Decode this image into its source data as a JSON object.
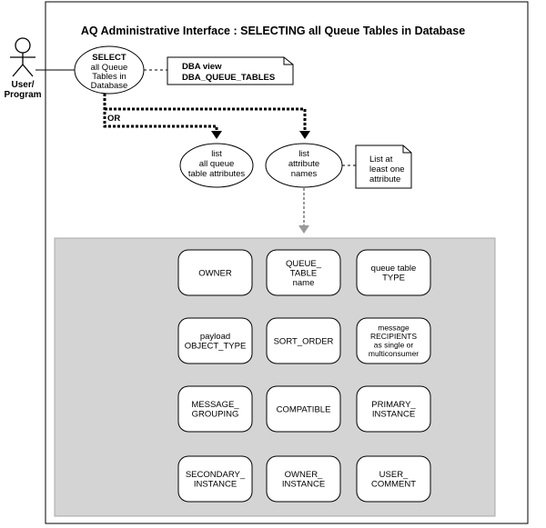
{
  "title": "AQ Administrative Interface : SELECTING all Queue Tables in Database",
  "actor": {
    "lines": [
      "User/",
      "Program"
    ]
  },
  "select_oval": {
    "lines": [
      "SELECT",
      "all Queue",
      "Tables in",
      "Database"
    ]
  },
  "note_dba": {
    "lines": [
      "DBA view",
      "DBA_QUEUE_TABLES"
    ]
  },
  "or_label": "OR",
  "list_all_oval": {
    "lines": [
      "list",
      "all queue",
      "table attributes"
    ]
  },
  "list_attr_oval": {
    "lines": [
      "list",
      "attribute",
      "names"
    ]
  },
  "note_attr": {
    "lines": [
      "List at",
      "least one",
      "attribute"
    ]
  },
  "attributes": [
    {
      "lines": [
        "OWNER"
      ]
    },
    {
      "lines": [
        "QUEUE_",
        "TABLE",
        "name"
      ]
    },
    {
      "lines": [
        "queue table",
        "TYPE"
      ]
    },
    {
      "lines": [
        "payload",
        "OBJECT_TYPE"
      ]
    },
    {
      "lines": [
        "SORT_ORDER"
      ]
    },
    {
      "lines": [
        "message",
        "RECIPIENTS",
        "as single or",
        "multiconsumer"
      ]
    },
    {
      "lines": [
        "MESSAGE_",
        "GROUPING"
      ]
    },
    {
      "lines": [
        "COMPATIBLE"
      ]
    },
    {
      "lines": [
        "PRIMARY_",
        "INSTANCE"
      ]
    },
    {
      "lines": [
        "SECONDARY_",
        "INSTANCE"
      ]
    },
    {
      "lines": [
        "OWNER_",
        "INSTANCE"
      ]
    },
    {
      "lines": [
        "USER_",
        "COMMENT"
      ]
    }
  ]
}
